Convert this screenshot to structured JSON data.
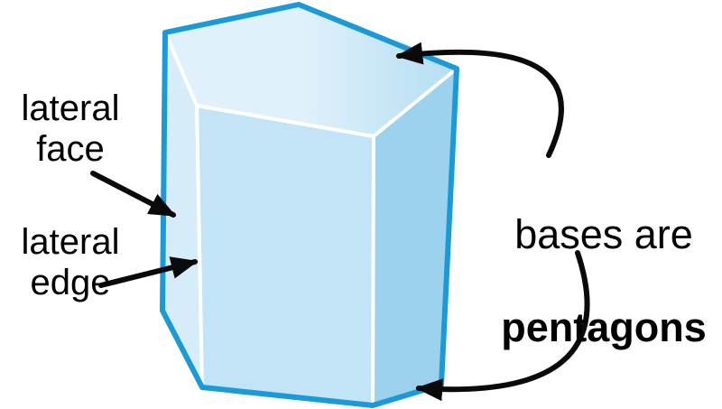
{
  "labels": {
    "lateral_face": "lateral\nface",
    "lateral_edge": "lateral\nedge",
    "bases_line1": "bases are",
    "bases_line2": "pentagons"
  },
  "colors": {
    "outline": "#1a9ad6",
    "edge_highlight": "#ffffff",
    "top_face_light": "#e1f1fb",
    "top_face_dark": "#b4def3",
    "left_face": "#d6ecf9",
    "front_face": "#c3e4f6",
    "right_face": "#9cd2ee",
    "ink": "#0a0a0a",
    "background": "#ffffff"
  }
}
